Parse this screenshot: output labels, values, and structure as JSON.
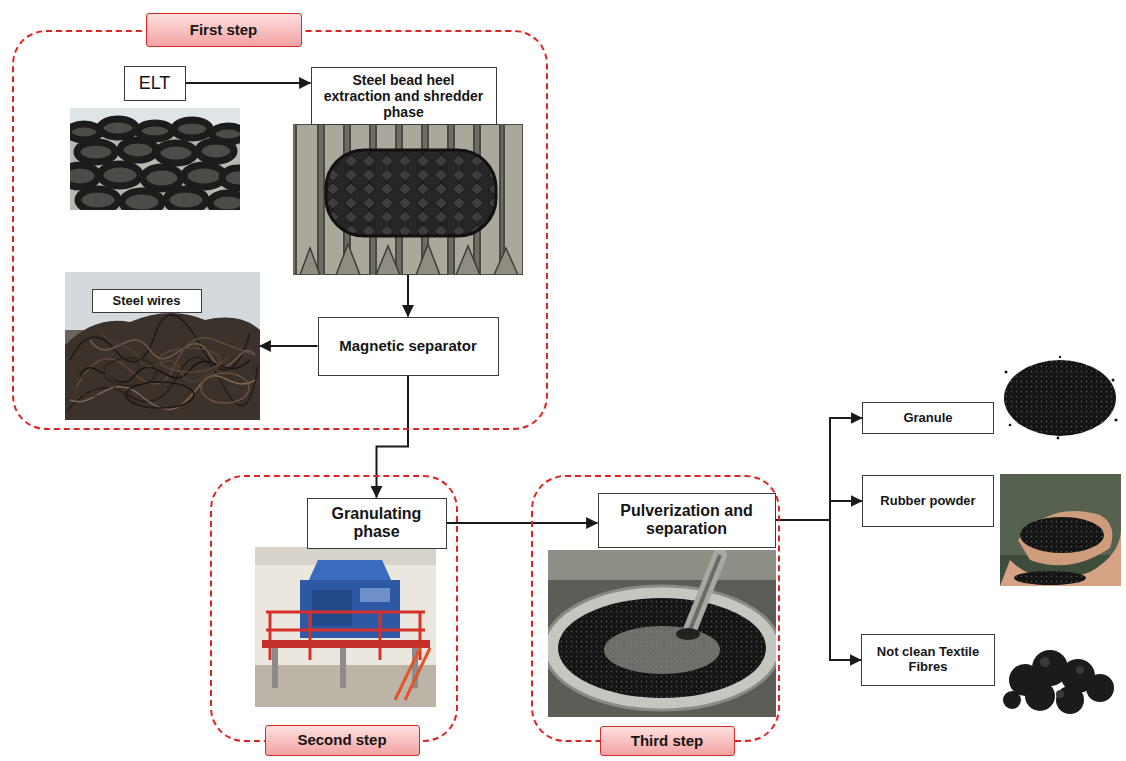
{
  "diagram": {
    "nodes": [
      {
        "text": [
          "First step"
        ]
      },
      {
        "text": [
          "ELT"
        ],
        "in": 0
      },
      {
        "text": [
          "Steel bead heel extraction and shredder phase"
        ],
        "in": 0
      },
      {
        "text": [
          "Steel wires"
        ],
        "in": 0
      },
      {
        "text": [
          "Magnetic separator"
        ],
        "in": 0
      },
      {
        "text": [
          "Second step"
        ]
      },
      {
        "text": [
          "Granulating phase"
        ],
        "in": 5
      },
      {
        "text": [
          "Third step"
        ]
      },
      {
        "text": [
          "Pulverization and separation"
        ],
        "in": 7
      },
      {
        "text": [
          "Granule"
        ]
      },
      {
        "text": [
          "Rubber powder"
        ]
      },
      {
        "text": [
          "Not clean Textile Fibres"
        ]
      }
    ],
    "edges": [
      {
        "from": 1,
        "to": 2,
        "arrow": "to"
      },
      {
        "from": 2,
        "to": 4,
        "arrow": "to"
      },
      {
        "from": 4,
        "to": 3,
        "arrow": "to"
      },
      {
        "from": 4,
        "to": 6,
        "arrow": "to"
      },
      {
        "from": 6,
        "to": 8,
        "arrow": "to"
      },
      {
        "from": 8,
        "to": 9,
        "arrow": "to"
      },
      {
        "from": 8,
        "to": 10,
        "arrow": "to"
      },
      {
        "from": 8,
        "to": 11,
        "arrow": "to"
      }
    ]
  }
}
